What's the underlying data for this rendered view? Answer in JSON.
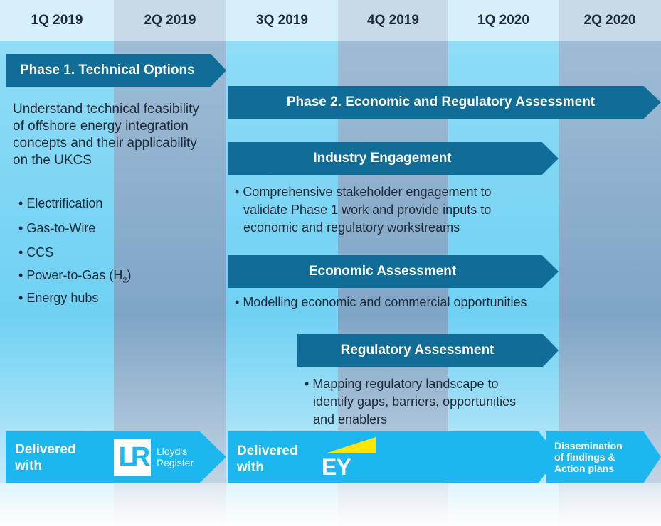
{
  "quarters": [
    "1Q 2019",
    "2Q 2019",
    "3Q 2019",
    "4Q 2019",
    "1Q 2020",
    "2Q 2020"
  ],
  "phase1": {
    "title": "Phase 1. Technical Options",
    "description_lines": [
      "Understand technical feasibility",
      "of offshore energy integration",
      "concepts and their applicability",
      "on the UKCS"
    ],
    "bullets": [
      "Electrification",
      "Gas-to-Wire",
      "CCS",
      "Power-to-Gas (H",
      "Energy hubs"
    ],
    "h2_subscript": "2",
    "h2_close": ")"
  },
  "phase2": {
    "title": "Phase 2. Economic and Regulatory Assessment"
  },
  "industry": {
    "title": "Industry Engagement",
    "lines": [
      "Comprehensive stakeholder engagement to",
      "validate Phase 1 work and provide inputs to",
      "economic and regulatory workstreams"
    ]
  },
  "economic": {
    "title": "Economic Assessment",
    "line": "Modelling economic and commercial opportunities"
  },
  "regulatory": {
    "title": "Regulatory Assessment",
    "lines": [
      "Mapping regulatory landscape to",
      "identify gaps, barriers, opportunities",
      "and enablers"
    ]
  },
  "delivered1": {
    "line1": "Delivered",
    "line2": "with",
    "logo_mark": "LR",
    "logo_text1": "Lloyd's",
    "logo_text2": "Register"
  },
  "delivered2": {
    "line1": "Delivered",
    "line2": "with",
    "logo_text": "EY"
  },
  "dissemination": {
    "line1": "Dissemination",
    "line2": "of findings &",
    "line3": "Action plans"
  },
  "colors": {
    "dark_arrow": "#0f6d98",
    "cyan_arrow": "#1cb7ee",
    "col_light": "#77d4f5",
    "col_steel": "#7fa9c9",
    "ey_yellow": "#ffe600"
  }
}
